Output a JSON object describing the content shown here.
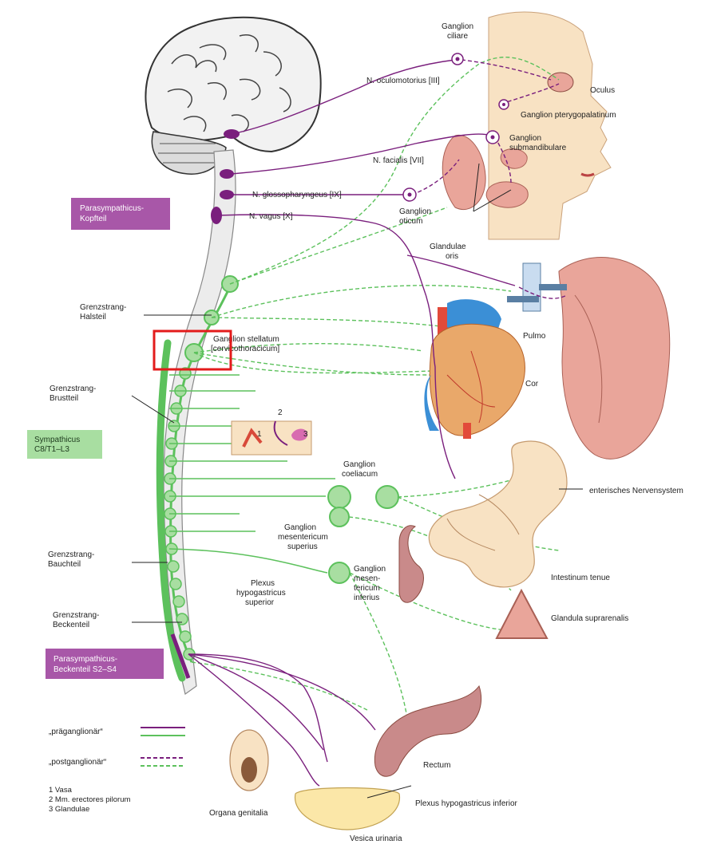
{
  "colors": {
    "parasympathetic": "#7a1f7d",
    "sympathetic": "#5cc15c",
    "sympathetic_light": "#b9e6b3",
    "para_box": "#a857a8",
    "sym_box": "#a8dea1",
    "highlight": "#e31b1b",
    "brain_fill": "#f2f2f2",
    "skin": "#f8e2c3",
    "organ_pink": "#e9a59a"
  },
  "labels": {
    "ganglion_ciliare": [
      "Ganglion",
      "ciliare"
    ],
    "oculomotorius": "N. oculomotorius [III]",
    "oculus": "Oculus",
    "pterygopalatinum": "Ganglion pterygopalatinum",
    "submandibulare": [
      "Ganglion",
      "submandibulare"
    ],
    "facialis": "N. facialis [VII]",
    "glossopharyngeus": "N. glossopharyngeus [IX]",
    "vagus": "N. vagus [X]",
    "oticum": [
      "Ganglion",
      "oticum"
    ],
    "glandulae_oris": [
      "Glandulae",
      "oris"
    ],
    "grenz_hals": [
      "Grenzstrang-",
      "Halsteil"
    ],
    "stellatum": [
      "Ganglion stellatum",
      "[cervicothoracicum]"
    ],
    "pulmo": "Pulmo",
    "cor": "Cor",
    "grenz_brust": [
      "Grenzstrang-",
      "Brustteil"
    ],
    "legend_num": [
      "1",
      "2",
      "3"
    ],
    "coeliacum": [
      "Ganglion",
      "coeliacum"
    ],
    "enterisches": "enterisches Nervensystem",
    "mes_sup": [
      "Ganglion",
      "mesentericum",
      "superius"
    ],
    "grenz_bauch": [
      "Grenzstrang-",
      "Bauchteil"
    ],
    "mes_inf": [
      "Ganglion",
      "mesen-",
      "tericum",
      "inferius"
    ],
    "intestinum": "Intestinum tenue",
    "plexus_sup": [
      "Plexus",
      "hypogastricus",
      "superior"
    ],
    "grenz_becken": [
      "Grenzstrang-",
      "Beckenteil"
    ],
    "suprarenalis": "Glandula suprarenalis",
    "rectum": "Rectum",
    "plexus_inf": "Plexus hypogastricus inferior",
    "organa": "Organa genitalia",
    "vesica": "Vesica urinaria"
  },
  "boxes": {
    "para_kopf": [
      "Parasympathicus-",
      "Kopfteil"
    ],
    "sympathicus": [
      "Sympathicus",
      "C8/T1–L3"
    ],
    "para_becken": [
      "Parasympathicus-",
      "Beckenteil S2–S4"
    ]
  },
  "legend": {
    "pre": "„präganglionär“",
    "post": "„postganglionär“",
    "items": [
      "1  Vasa",
      "2  Mm. erectores pilorum",
      "3  Glandulae"
    ]
  }
}
